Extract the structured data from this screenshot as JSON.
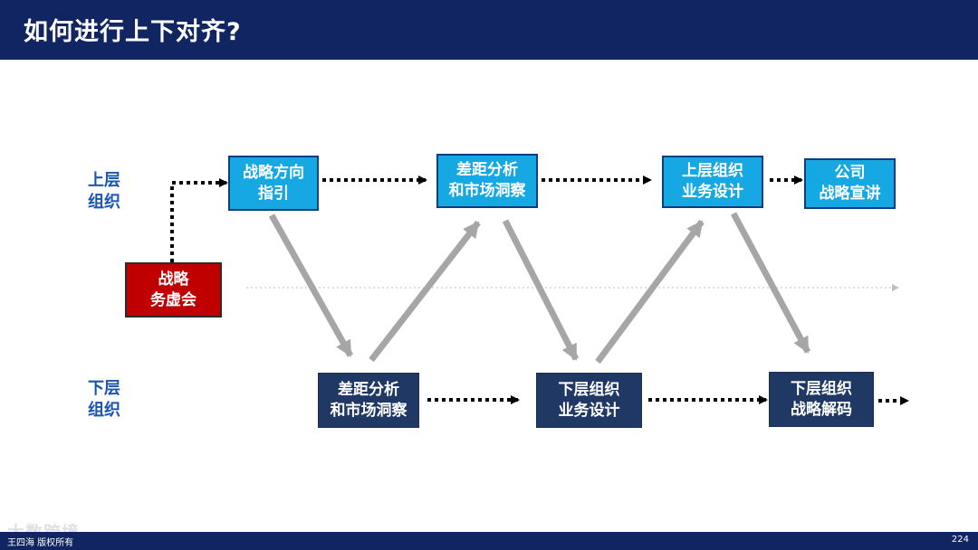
{
  "header": {
    "title": "如何进行上下对齐?"
  },
  "rows": {
    "upper": {
      "line1": "上层",
      "line2": "组织"
    },
    "lower": {
      "line1": "下层",
      "line2": "组织"
    }
  },
  "nodes": {
    "strategy_meeting": {
      "line1": "战略",
      "line2": "务虚会"
    },
    "upper_direction": {
      "line1": "战略方向",
      "line2": "指引"
    },
    "upper_gap": {
      "line1": "差距分析",
      "line2": "和市场洞察"
    },
    "upper_design": {
      "line1": "上层组织",
      "line2": "业务设计"
    },
    "upper_publicize": {
      "line1": "公司",
      "line2": "战略宣讲"
    },
    "lower_gap": {
      "line1": "差距分析",
      "line2": "和市场洞察"
    },
    "lower_design": {
      "line1": "下层组织",
      "line2": "业务设计"
    },
    "lower_decode": {
      "line1": "下层组织",
      "line2": "战略解码"
    }
  },
  "footer": {
    "left": "王四海 版权所有",
    "page": "224"
  },
  "watermark": "大数跨境",
  "colors": {
    "header_bg": "#112563",
    "upper_box": "#16a8e3",
    "lower_box": "#203864",
    "meeting_box": "#c00000",
    "row_label": "#1a55b0",
    "gray_arrow": "#a6a6a6"
  }
}
